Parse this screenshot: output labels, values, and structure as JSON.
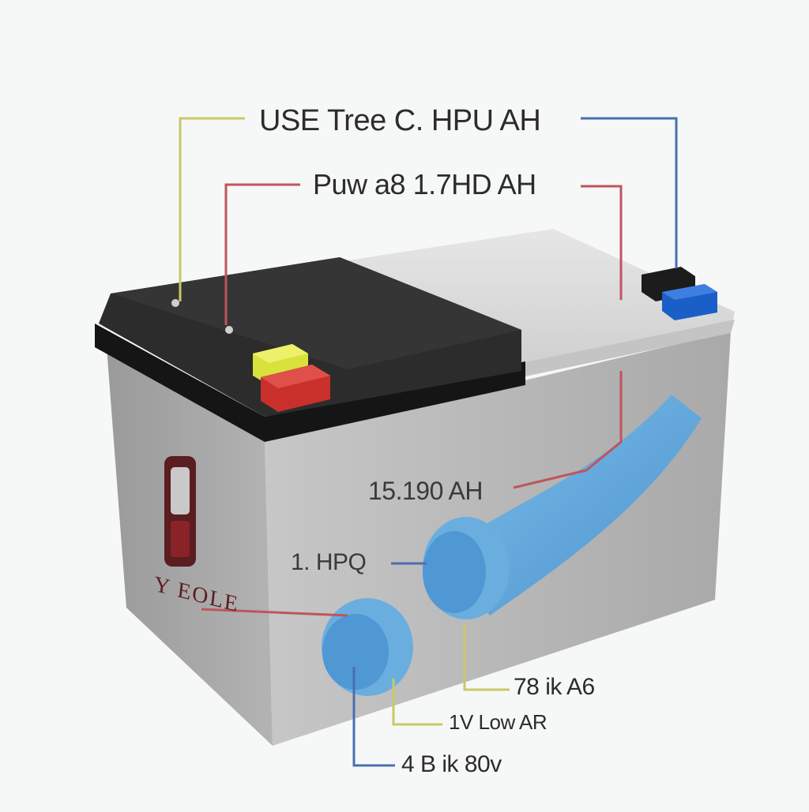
{
  "diagram": {
    "labels": {
      "top_1": "USE Tree C. HPU AH",
      "top_2": "Puw a8 1.7HD AH",
      "mid_1": "15.190 AH",
      "mid_2": "1. HPQ",
      "bottom_1": "78 ik A6",
      "bottom_2": "1V Low AR",
      "bottom_3": "4 B ik 80v"
    },
    "side_mark": "Y EOLE",
    "colors": {
      "background": "#f6f7f7",
      "battery_body": "#b8b8b8",
      "battery_lid_dark": "#2a2a2a",
      "battery_lid_light": "#dcdcdc",
      "terminal_blue": "#1a5fc8",
      "terminal_red": "#c9302c",
      "terminal_yellow": "#d8e23a",
      "pipe_blue": "#6aaee0",
      "line_yellow": "#c9c86a",
      "line_red": "#c0545c",
      "line_blue": "#4a6fb0"
    }
  }
}
